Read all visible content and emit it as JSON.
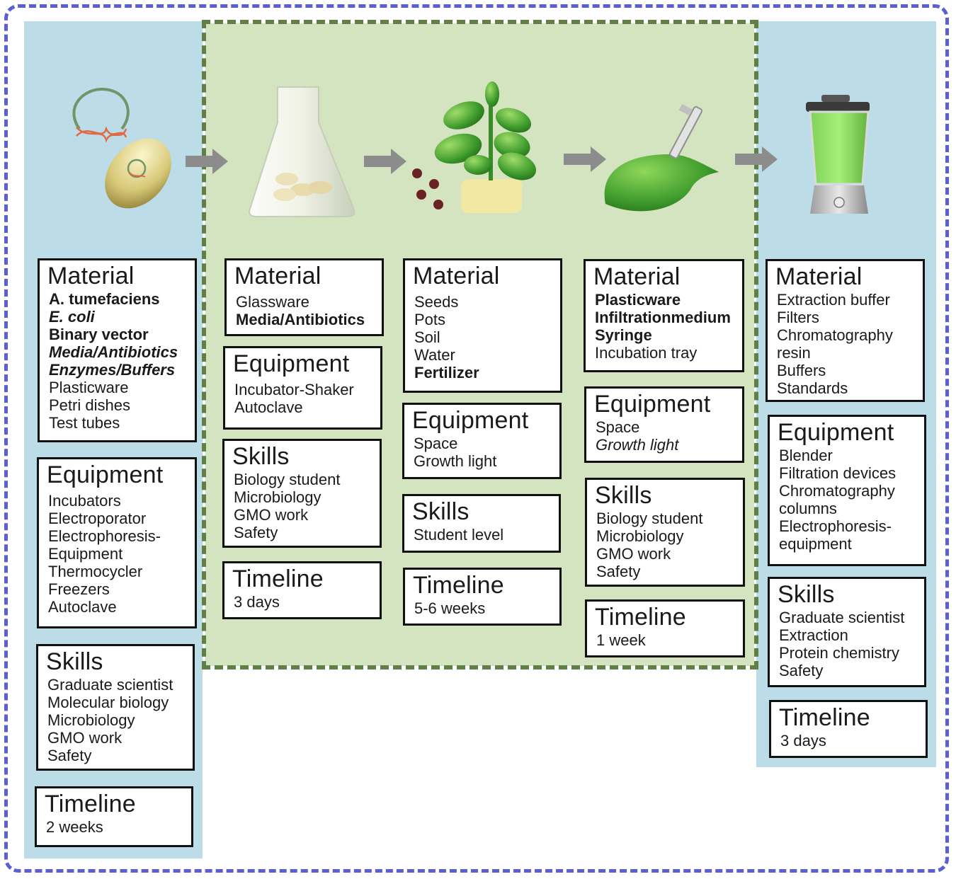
{
  "stages": [
    {
      "id": "cloning",
      "material": {
        "title": "Material",
        "items": [
          {
            "text": "A. tumefaciens",
            "bold": true,
            "italic": false
          },
          {
            "text": "E. coli",
            "bold": true,
            "italic": true
          },
          {
            "text": "Binary vector",
            "bold": true,
            "italic": false
          },
          {
            "text": "Media/Antibiotics",
            "bold": true,
            "italic": true
          },
          {
            "text": "Enzymes/Buffers",
            "bold": true,
            "italic": true
          },
          {
            "text": "Plasticware",
            "bold": false,
            "italic": false
          },
          {
            "text": "Petri dishes",
            "bold": false,
            "italic": false
          },
          {
            "text": "Test tubes",
            "bold": false,
            "italic": false
          }
        ]
      },
      "equipment": {
        "title": "Equipment",
        "items": [
          {
            "text": "Incubators"
          },
          {
            "text": "Electroporator"
          },
          {
            "text": "Electrophoresis-"
          },
          {
            "text": "Equipment"
          },
          {
            "text": "Thermocycler"
          },
          {
            "text": "Freezers"
          },
          {
            "text": "Autoclave"
          }
        ]
      },
      "skills": {
        "title": "Skills",
        "items": [
          {
            "text": "Graduate scientist"
          },
          {
            "text": "Molecular biology"
          },
          {
            "text": "Microbiology"
          },
          {
            "text": "GMO work"
          },
          {
            "text": "Safety"
          }
        ]
      },
      "timeline": {
        "title": "Timeline",
        "items": [
          {
            "text": "2 weeks"
          }
        ]
      }
    },
    {
      "id": "culture",
      "material": {
        "title": "Material",
        "items": [
          {
            "text": "Glassware",
            "bold": false
          },
          {
            "text": "Media/Antibiotics",
            "bold": true
          }
        ]
      },
      "equipment": {
        "title": "Equipment",
        "items": [
          {
            "text": "Incubator-Shaker"
          },
          {
            "text": "Autoclave"
          }
        ]
      },
      "skills": {
        "title": "Skills",
        "items": [
          {
            "text": "Biology student"
          },
          {
            "text": "Microbiology"
          },
          {
            "text": "GMO work"
          },
          {
            "text": "Safety"
          }
        ]
      },
      "timeline": {
        "title": "Timeline",
        "items": [
          {
            "text": "3 days"
          }
        ]
      }
    },
    {
      "id": "plant-growth",
      "material": {
        "title": "Material",
        "items": [
          {
            "text": "Seeds",
            "bold": false
          },
          {
            "text": "Pots",
            "bold": false
          },
          {
            "text": "Soil",
            "bold": false
          },
          {
            "text": "Water",
            "bold": false
          },
          {
            "text": "Fertilizer",
            "bold": true
          }
        ]
      },
      "equipment": {
        "title": "Equipment",
        "items": [
          {
            "text": "Space"
          },
          {
            "text": "Growth light"
          }
        ]
      },
      "skills": {
        "title": "Skills",
        "items": [
          {
            "text": "Student level"
          }
        ]
      },
      "timeline": {
        "title": "Timeline",
        "items": [
          {
            "text": "5-6 weeks"
          }
        ]
      }
    },
    {
      "id": "infiltration",
      "material": {
        "title": "Material",
        "items": [
          {
            "text": "Plasticware",
            "bold": true
          },
          {
            "text": "Infiltrationmedium",
            "bold": true
          },
          {
            "text": "Syringe",
            "bold": true
          },
          {
            "text": "Incubation tray",
            "bold": false
          }
        ]
      },
      "equipment": {
        "title": "Equipment",
        "items": [
          {
            "text": "Space",
            "italic": false
          },
          {
            "text": "Growth light",
            "italic": true
          }
        ]
      },
      "skills": {
        "title": "Skills",
        "items": [
          {
            "text": "Biology student"
          },
          {
            "text": "Microbiology"
          },
          {
            "text": "GMO work"
          },
          {
            "text": "Safety"
          }
        ]
      },
      "timeline": {
        "title": "Timeline",
        "items": [
          {
            "text": "1 week"
          }
        ]
      }
    },
    {
      "id": "extraction",
      "material": {
        "title": "Material",
        "items": [
          {
            "text": "Extraction buffer"
          },
          {
            "text": "Filters"
          },
          {
            "text": "Chromatography"
          },
          {
            "text": "resin"
          },
          {
            "text": "Buffers"
          },
          {
            "text": "Standards"
          }
        ]
      },
      "equipment": {
        "title": "Equipment",
        "items": [
          {
            "text": "Blender"
          },
          {
            "text": "Filtration devices"
          },
          {
            "text": "Chromatography"
          },
          {
            "text": "columns"
          },
          {
            "text": "Electrophoresis-"
          },
          {
            "text": "equipment"
          }
        ]
      },
      "skills": {
        "title": "Skills",
        "items": [
          {
            "text": "Graduate scientist"
          },
          {
            "text": "Extraction"
          },
          {
            "text": "Protein chemistry"
          },
          {
            "text": "Safety"
          }
        ]
      },
      "timeline": {
        "title": "Timeline",
        "items": [
          {
            "text": "3 days"
          }
        ]
      }
    }
  ],
  "icons": [
    "plasmid-bacterium-icon",
    "flask-icon",
    "plant-seeds-icon",
    "leaf-syringe-icon",
    "blender-icon"
  ],
  "colors": {
    "outer_border": "#5a5fd2",
    "green_border": "#5f7f45",
    "blue_background": "#bcdce8",
    "green_background": "#d4e3c0",
    "arrow": "#8c8c8c"
  }
}
